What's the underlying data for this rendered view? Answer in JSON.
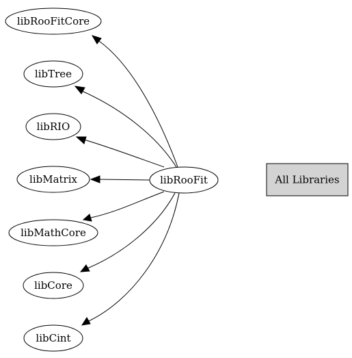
{
  "diagram": {
    "center_node": {
      "id": "libRooFit",
      "label": "libRooFit"
    },
    "dependencies": [
      {
        "id": "libRooFitCore",
        "label": "libRooFitCore"
      },
      {
        "id": "libTree",
        "label": "libTree"
      },
      {
        "id": "libRIO",
        "label": "libRIO"
      },
      {
        "id": "libMatrix",
        "label": "libMatrix"
      },
      {
        "id": "libMathCore",
        "label": "libMathCore"
      },
      {
        "id": "libCore",
        "label": "libCore"
      },
      {
        "id": "libCint",
        "label": "libCint"
      }
    ],
    "all_libraries": {
      "label": "All Libraries"
    },
    "colors": {
      "node_fill": "#ffffff",
      "box_fill": "#d3d3d3",
      "stroke": "#000000"
    }
  }
}
